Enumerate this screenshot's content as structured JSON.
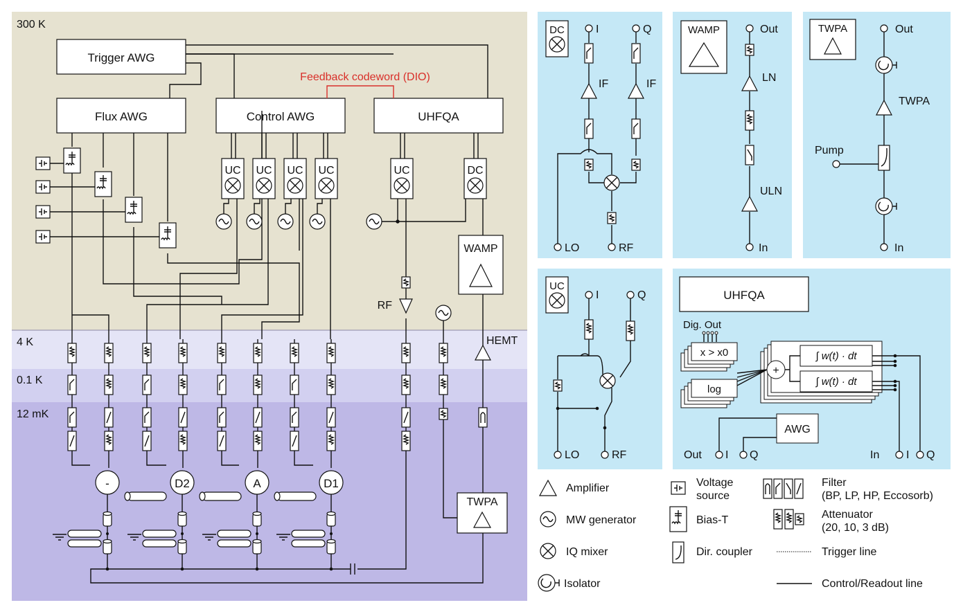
{
  "temperature_stages": {
    "room": "300 K",
    "k4": "4 K",
    "k01": "0.1 K",
    "mk12": "12 mK"
  },
  "instruments": {
    "trigger_awg": "Trigger AWG",
    "flux_awg": "Flux AWG",
    "control_awg": "Control AWG",
    "uhfqa": "UHFQA",
    "feedback": "Feedback codeword (DIO)",
    "uc": "UC",
    "dc": "DC",
    "wamp": "WAMP",
    "twpa": "TWPA",
    "hemt": "HEMT",
    "rf": "RF"
  },
  "qubits": [
    "-",
    "D2",
    "A",
    "D1"
  ],
  "panels": {
    "dc": {
      "title": "DC",
      "i": "I",
      "q": "Q",
      "if1": "IF",
      "if2": "IF",
      "lo": "LO",
      "rf": "RF"
    },
    "wamp": {
      "title": "WAMP",
      "out": "Out",
      "ln": "LN",
      "uln": "ULN",
      "in": "In"
    },
    "twpa": {
      "title": "TWPA",
      "out": "Out",
      "twpa": "TWPA",
      "pump": "Pump",
      "in": "In"
    },
    "uc": {
      "title": "UC",
      "i": "I",
      "q": "Q",
      "lo": "LO",
      "rf": "RF"
    },
    "uhfqa": {
      "title": "UHFQA",
      "dig_out": "Dig. Out",
      "threshold": "x > x0",
      "log": "log",
      "integral": "∫ w(t) · dt",
      "plus": "+",
      "awg": "AWG",
      "out": "Out",
      "i1": "I",
      "q1": "Q",
      "in": "In",
      "i2": "I",
      "q2": "Q"
    }
  },
  "legend": [
    {
      "id": "amplifier",
      "label": "Amplifier"
    },
    {
      "id": "mw",
      "label": "MW generator"
    },
    {
      "id": "iq",
      "label": "IQ mixer"
    },
    {
      "id": "isolator",
      "label": "Isolator"
    },
    {
      "id": "voltage",
      "label": "Voltage",
      "label2": "source"
    },
    {
      "id": "biast",
      "label": "Bias-T"
    },
    {
      "id": "dircoupler",
      "label": "Dir. coupler"
    },
    {
      "id": "filter",
      "label": "Filter",
      "label2": "(BP, LP, HP, Eccosorb)"
    },
    {
      "id": "attenuator",
      "label": "Attenuator",
      "label2": "(20, 10, 3 dB)"
    },
    {
      "id": "trigger",
      "label": "Trigger line"
    },
    {
      "id": "control",
      "label": "Control/Readout line"
    }
  ],
  "colors": {
    "stage_300k": "#e6e2d0",
    "stage_4k": "#e4e4f6",
    "stage_01k": "#d2d0f0",
    "stage_12mk": "#beb8e6",
    "panel_bg": "#c5e8f6",
    "feedback_red": "#d9302a"
  }
}
